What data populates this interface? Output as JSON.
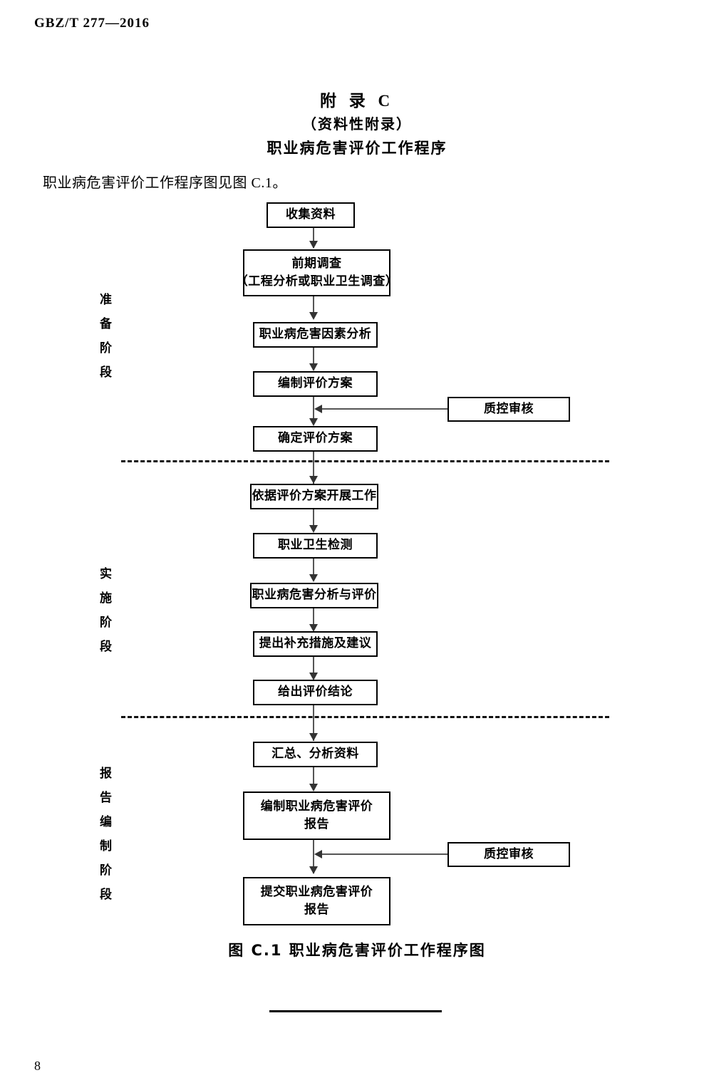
{
  "header": {
    "standard_code": "GBZ/T 277—2016"
  },
  "titles": {
    "annex": "附  录  C",
    "kind": "（资料性附录）",
    "subject": "职业病危害评价工作程序"
  },
  "intro": {
    "text": "职业病危害评价工作程序图见图 C.1。"
  },
  "flowchart": {
    "nodes": [
      {
        "id": "collect-data",
        "label": "收集资料"
      },
      {
        "id": "preliminary-survey",
        "label": "前期调查",
        "label2": "（工程分析或职业卫生调查）"
      },
      {
        "id": "hazard-factor-analysis",
        "label": "职业病危害因素分析"
      },
      {
        "id": "draft-evaluation-plan",
        "label": "编制评价方案"
      },
      {
        "id": "quality-control-review-1",
        "label": "质控审核"
      },
      {
        "id": "confirm-evaluation-plan",
        "label": "确定评价方案"
      },
      {
        "id": "carry-out-work",
        "label": "依据评价方案开展工作"
      },
      {
        "id": "occupational-health-testing",
        "label": "职业卫生检测"
      },
      {
        "id": "hazard-analysis-evaluation",
        "label": "职业病危害分析与评价"
      },
      {
        "id": "supplementary-measures",
        "label": "提出补充措施及建议"
      },
      {
        "id": "evaluation-conclusion",
        "label": "给出评价结论"
      },
      {
        "id": "summarize-analyze-data",
        "label": "汇总、分析资料"
      },
      {
        "id": "draft-report",
        "label": "编制职业病危害评价",
        "label2": "报告"
      },
      {
        "id": "quality-control-review-2",
        "label": "质控审核"
      },
      {
        "id": "submit-report",
        "label": "提交职业病危害评价",
        "label2": "报告"
      }
    ],
    "stages": [
      {
        "id": "preparation-stage",
        "label": "准备阶段"
      },
      {
        "id": "implementation-stage",
        "label": "实施阶段"
      },
      {
        "id": "report-stage",
        "label": "报告编制阶段"
      }
    ]
  },
  "caption": {
    "text": "图 C.1  职业病危害评价工作程序图"
  },
  "footer": {
    "page_number": "8"
  }
}
